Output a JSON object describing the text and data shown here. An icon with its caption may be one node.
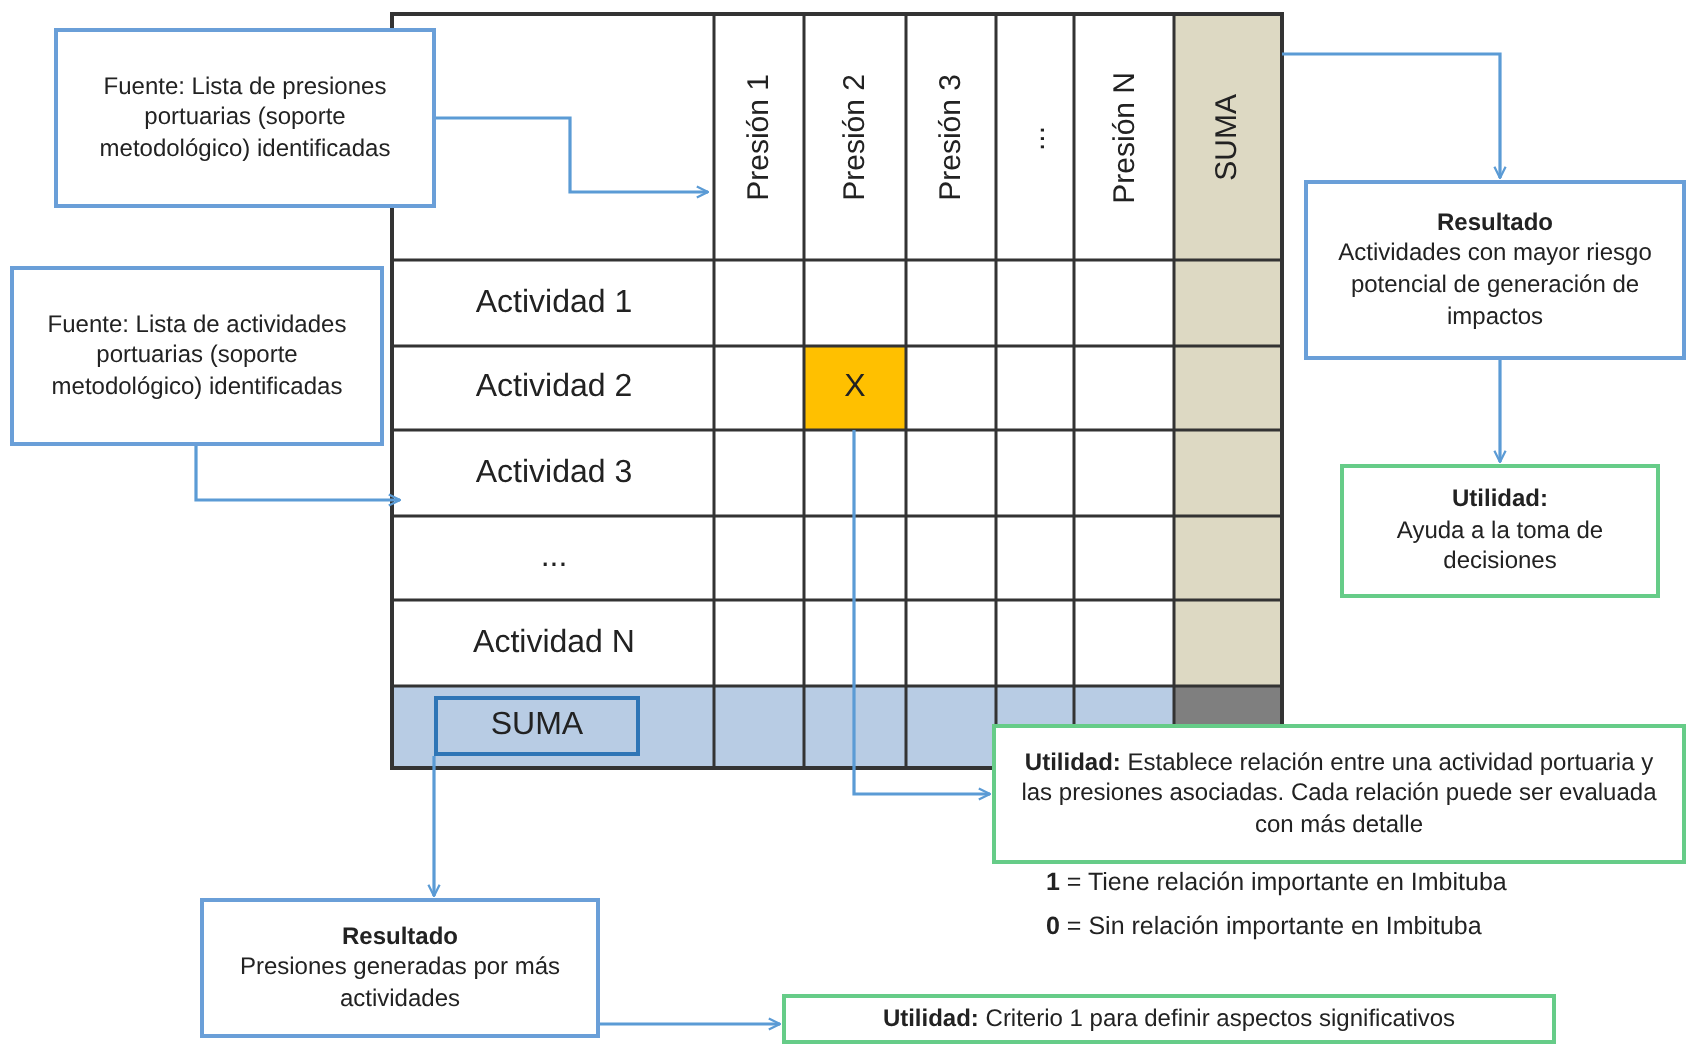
{
  "diagram": {
    "nodes": [
      {
        "text": [
          "Fuente: Lista de presiones portuarias (soporte metodológico) identificadas"
        ]
      },
      {
        "text": [
          "Fuente: Lista de actividades portuarias (soporte metodológico) identificadas"
        ]
      },
      {
        "text": [],
        "shape": "box"
      },
      {
        "text": [
          "Presión 1"
        ],
        "in": 2
      },
      {
        "text": [
          "Presión 2"
        ],
        "in": 2
      },
      {
        "text": [
          "Presión 3"
        ],
        "in": 2
      },
      {
        "text": [
          "..."
        ],
        "in": 2
      },
      {
        "text": [
          "Presión N"
        ],
        "in": 2
      },
      {
        "text": [
          "SUMA"
        ],
        "in": 2
      },
      {
        "text": [
          "Actividad 1"
        ],
        "in": 2
      },
      {
        "text": [
          "Actividad 2"
        ],
        "in": 2
      },
      {
        "text": [
          "X"
        ],
        "in": 2
      },
      {
        "text": [
          "Actividad 3"
        ],
        "in": 2
      },
      {
        "text": [
          "..."
        ],
        "in": 2
      },
      {
        "text": [
          "Actividad N"
        ],
        "in": 2
      },
      {
        "text": [
          "SUMA"
        ],
        "in": 2
      },
      {
        "text": [
          "Resultado",
          "Actividades con mayor riesgo potencial de generación de impactos"
        ]
      },
      {
        "text": [
          "Utilidad:",
          "Ayuda a la toma de decisiones"
        ]
      },
      {
        "text": [
          "**Utilidad:** Establece relación entre una actividad portuaria y las presiones asociadas. Cada relación puede ser evaluada con más detalle"
        ]
      },
      {
        "text": [
          "Resultado",
          "Presiones generadas por más actividades"
        ]
      },
      {
        "text": [
          "**Utilidad:** Criterio 1 para definir aspectos significativos"
        ]
      }
    ],
    "edges": [
      {
        "from": 0,
        "to": 3,
        "arrow": "to"
      },
      {
        "from": 1,
        "to": 12,
        "arrow": "to"
      },
      {
        "from": 8,
        "to": 16,
        "arrow": "to"
      },
      {
        "from": 16,
        "to": 17,
        "arrow": "to"
      },
      {
        "from": 11,
        "to": 18,
        "arrow": "to"
      },
      {
        "from": 15,
        "to": 19,
        "arrow": "to"
      },
      {
        "from": 19,
        "to": 20,
        "arrow": "to"
      }
    ],
    "labels": [
      "**1** = Tiene relación importante en Imbituba",
      "**0** = Sin relación importante en Imbituba"
    ]
  }
}
